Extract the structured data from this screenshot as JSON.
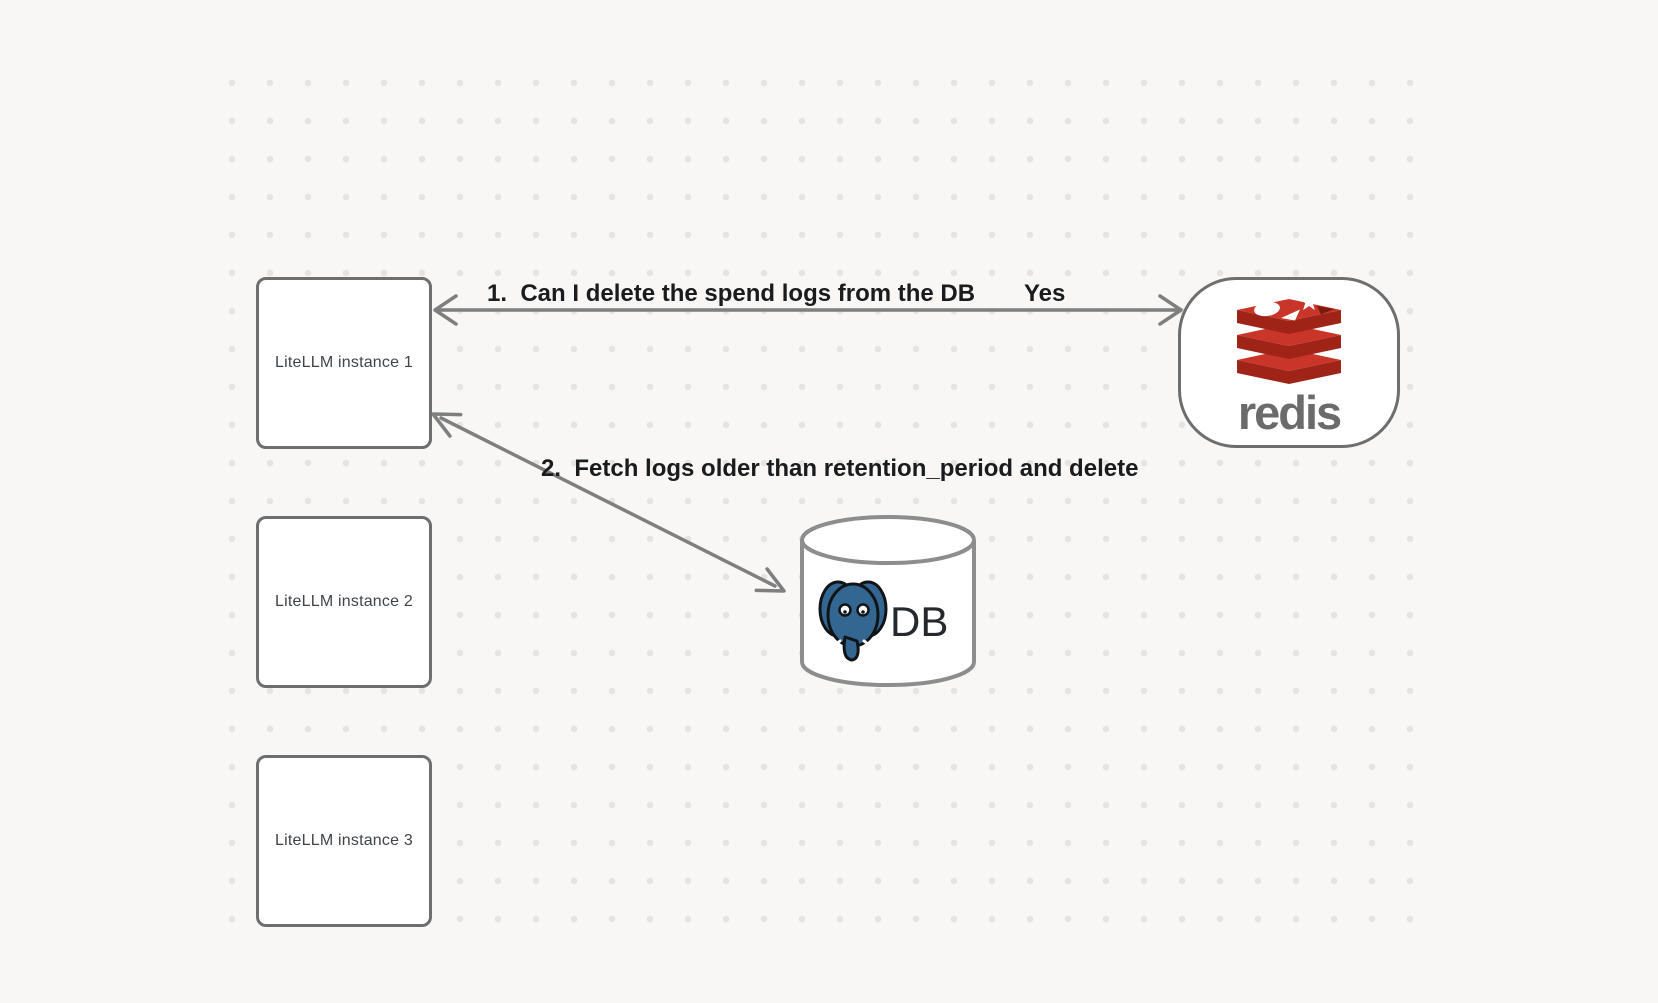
{
  "diagram": {
    "litellm_instances": [
      {
        "label": "LiteLLM instance 1"
      },
      {
        "label": "LiteLLM instance 2"
      },
      {
        "label": "LiteLLM instance 3"
      }
    ],
    "redis": {
      "logo_text": "redis"
    },
    "database": {
      "label": "DB"
    },
    "annotations": {
      "step1": "1.  Can I delete the spend logs from the DB",
      "step1_response": "Yes",
      "step2": "2.  Fetch logs older than retention_period and delete"
    },
    "colors": {
      "background": "#f8f7f5",
      "dot_gray": "#e5e4e1",
      "node_border_gray": "#6e6e6e",
      "arrow_gray": "#7f7f7f",
      "annotation_text": "#191b1d",
      "redis_red_top": "#c93528",
      "redis_red_front": "#a02318",
      "redis_red_hole": "#7a1a10",
      "redis_wordmark_gray": "#6b6b6b",
      "postgres_blue": "#336791",
      "db_text": "#26292c",
      "cylinder_stroke": "#8d8d8d"
    }
  }
}
